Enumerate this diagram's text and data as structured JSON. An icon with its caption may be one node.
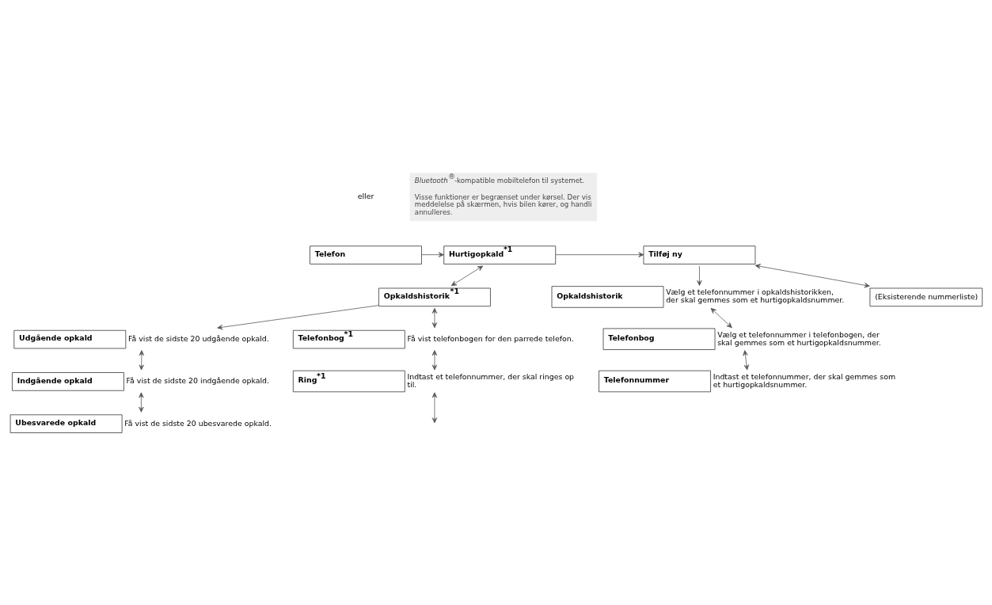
{
  "diagram": {
    "nodes": [
      {
        "text": [
          "Telefon"
        ]
      },
      {
        "text": [
          "Hurtigopkald$^{*1}$"
        ]
      },
      {
        "text": [
          "Tilføj ny"
        ]
      },
      {
        "text": [
          "Opkaldshistorik"
        ],
        "beside": [
          "Vælg et telefonnummer i opkaldshistorikken, der skal gemmes som et hurtigopkaldsnummer."
        ]
      },
      {
        "text": [
          "Telefonbog"
        ],
        "beside": [
          "Vælg et telefonnummer i telefonbogen, der skal gemmes som et hurtigopkaldsnummer."
        ]
      },
      {
        "text": [
          "Telefonnummer"
        ],
        "beside": [
          "Indtast et telefonnummer, der skal gemmes som et hurtigopkaldsnummer."
        ]
      },
      {
        "text": [
          "(Eksisterende nummerliste)"
        ]
      },
      {
        "text": [
          "Opkaldshistorik$^{*1}$"
        ]
      },
      {
        "text": [
          "Udgående opkald"
        ],
        "beside": [
          "Få vist de sidste 20 udgående opkald."
        ]
      },
      {
        "text": [
          "Indgående opkald"
        ],
        "beside": [
          "Få vist de sidste 20 indgående opkald."
        ]
      },
      {
        "text": [
          "Ubesvarede opkald"
        ],
        "beside": [
          "Få vist de sidste 20 ubesvarede opkald."
        ]
      },
      {
        "text": [
          "Telefonbog$^{*1}$"
        ],
        "beside": [
          "Få vist telefonbogen for den parrede telefon."
        ]
      },
      {
        "text": [
          "Ring$^{*1}$"
        ],
        "beside": [
          "Indtast et telefonnummer, der skal ringes op til."
        ]
      },
      {
        "text": [
          "*Bluetooth*$^{®}$-kompatible mobiltelefon til systemet.",
          "Visse funktioner er begrænset under kørsel. Der vis meddelelse på skærmen, hvis bilen kører, og handli annulleres."
        ]
      }
    ],
    "edges": [
      {
        "from": 0,
        "to": 1,
        "arrow": "to"
      },
      {
        "from": 1,
        "to": 2,
        "arrow": "to"
      },
      {
        "from": 2,
        "to": 3,
        "arrow": "to"
      },
      {
        "from": 3,
        "to": 4,
        "arrow": "both"
      },
      {
        "from": 4,
        "to": 5,
        "arrow": "both"
      },
      {
        "from": 2,
        "to": 6,
        "arrow": "both"
      },
      {
        "from": 1,
        "to": 7,
        "arrow": "both"
      },
      {
        "from": 7,
        "to": 8,
        "arrow": "to"
      },
      {
        "from": 8,
        "to": 9,
        "arrow": "both"
      },
      {
        "from": 9,
        "to": 10,
        "arrow": "both"
      },
      {
        "from": 7,
        "to": 11,
        "arrow": "both"
      },
      {
        "from": 11,
        "to": 12,
        "arrow": "both"
      },
      {
        "from": 12,
        "to": null,
        "arrow": "both"
      }
    ],
    "labels": [
      "eller"
    ]
  }
}
